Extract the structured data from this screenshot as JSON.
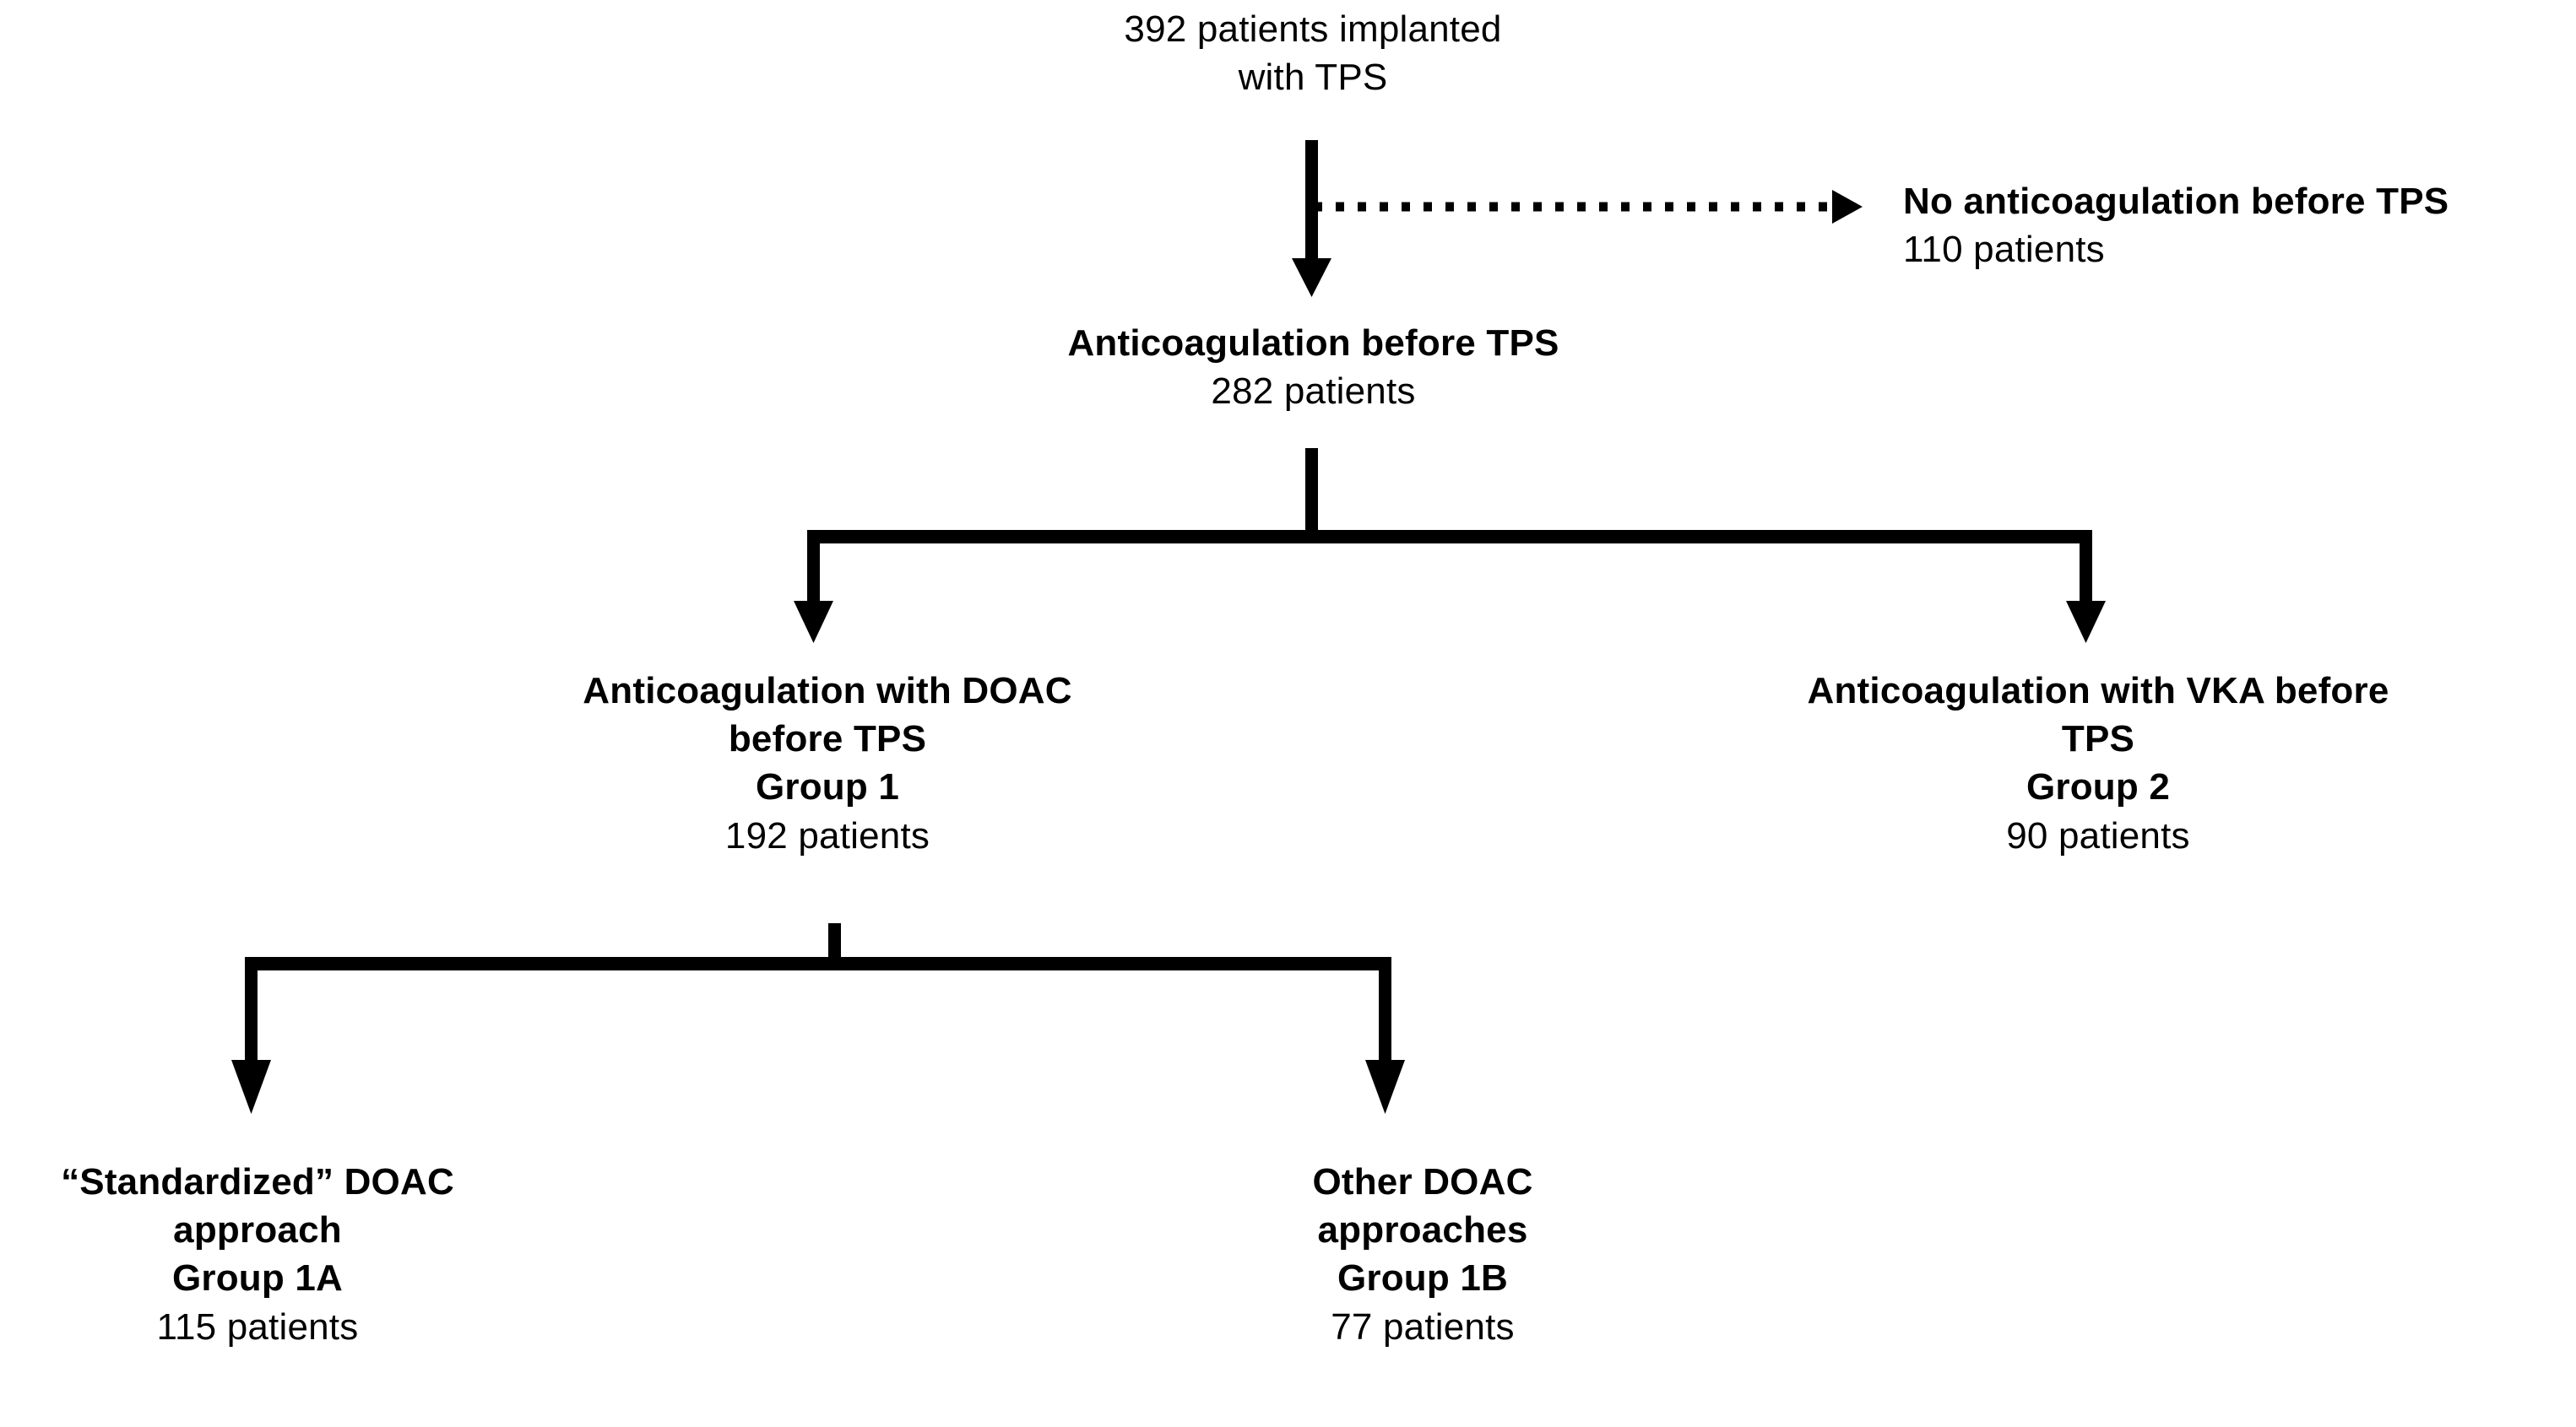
{
  "diagram": {
    "title": "Patient flow diagram — anticoagulation before TPS",
    "type": "flowchart",
    "colors": {
      "stroke": "#000000",
      "text": "#000000",
      "background": "#ffffff"
    },
    "nodes": {
      "root": {
        "lines": [
          {
            "text": "392 patients implanted",
            "bold": false
          },
          {
            "text": "with TPS",
            "bold": false
          }
        ]
      },
      "no_anticoagulation": {
        "lines": [
          {
            "text": "No anticoagulation before TPS",
            "bold": true
          },
          {
            "text": "110 patients",
            "bold": false
          }
        ]
      },
      "anticoagulation_before": {
        "lines": [
          {
            "text": "Anticoagulation before TPS",
            "bold": true
          },
          {
            "text": "282 patients",
            "bold": false
          }
        ]
      },
      "group1": {
        "lines": [
          {
            "text": "Anticoagulation with DOAC",
            "bold": true
          },
          {
            "text": "before TPS",
            "bold": true
          },
          {
            "text": "Group 1",
            "bold": true
          },
          {
            "text": "192 patients",
            "bold": false
          }
        ]
      },
      "group2": {
        "lines": [
          {
            "text": "Anticoagulation with VKA before",
            "bold": true
          },
          {
            "text": "TPS",
            "bold": true
          },
          {
            "text": "Group 2",
            "bold": true
          },
          {
            "text": "90 patients",
            "bold": false
          }
        ]
      },
      "group1a": {
        "lines": [
          {
            "text": "“Standardized” DOAC",
            "bold": true
          },
          {
            "text": "approach",
            "bold": true
          },
          {
            "text": "Group 1A",
            "bold": true
          },
          {
            "text": "115 patients",
            "bold": false
          }
        ]
      },
      "group1b": {
        "lines": [
          {
            "text": "Other DOAC",
            "bold": true
          },
          {
            "text": "approaches",
            "bold": true
          },
          {
            "text": "Group 1B",
            "bold": true
          },
          {
            "text": "77 patients",
            "bold": false
          }
        ]
      }
    },
    "edges": [
      {
        "from": "root",
        "to": "anticoagulation_before",
        "style": "solid",
        "arrow": "down"
      },
      {
        "from": "root",
        "to": "no_anticoagulation",
        "style": "dotted",
        "arrow": "right"
      },
      {
        "from": "anticoagulation_before",
        "to": "group1",
        "style": "solid",
        "arrow": "down"
      },
      {
        "from": "anticoagulation_before",
        "to": "group2",
        "style": "solid",
        "arrow": "down"
      },
      {
        "from": "group1",
        "to": "group1a",
        "style": "solid",
        "arrow": "down"
      },
      {
        "from": "group1",
        "to": "group1b",
        "style": "solid",
        "arrow": "down"
      }
    ]
  }
}
